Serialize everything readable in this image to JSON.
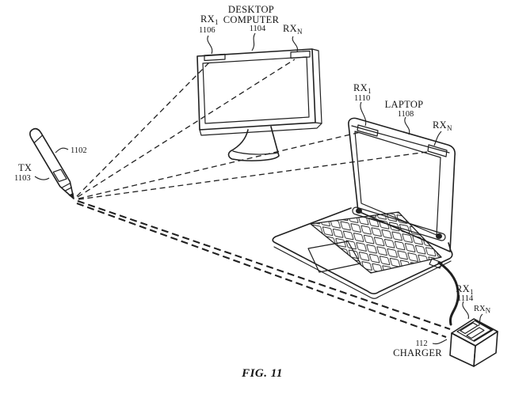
{
  "figure": {
    "caption": "FIG. 11",
    "background": "#ffffff",
    "ink": "#202020"
  },
  "stylus": {
    "ref": "1102",
    "tx_label": "TX",
    "tx_ref": "1103"
  },
  "desktop": {
    "name_line1": "DESKTOP",
    "name_line2": "COMPUTER",
    "ref": "1104",
    "rx1": "RX",
    "rx1_sub": "1",
    "rx1_ref": "1106",
    "rxn": "RX",
    "rxn_sub": "N"
  },
  "laptop": {
    "name": "LAPTOP",
    "ref": "1108",
    "rx1": "RX",
    "rx1_sub": "1",
    "rx1_ref": "1110",
    "rxn": "RX",
    "rxn_sub": "N"
  },
  "charger": {
    "name": "CHARGER",
    "ref": "112",
    "rx1": "RX",
    "rx1_sub": "1",
    "rx1_ref": "1114",
    "rxn": "RX",
    "rxn_sub": "N"
  }
}
